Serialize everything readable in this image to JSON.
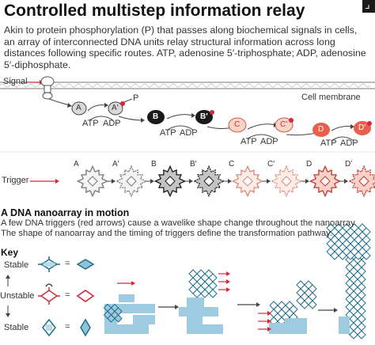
{
  "header": {
    "title": "Controlled multistep information relay",
    "description": "Akin to protein phosphorylation (P) that passes along biochemical signals in cells, an array of interconnected DNA units relay structural information across long distances following specific routes. ATP, adenosine 5′-triphosphate; ADP, adenosine 5′-diphosphate."
  },
  "cell_panel": {
    "signal_label": "Signal",
    "membrane_label": "Cell membrane",
    "phospho_label": "P",
    "steps": [
      {
        "input": "A",
        "output": "A′",
        "atp": "ATP",
        "adp": "ADP"
      },
      {
        "input": "B",
        "output": "B′",
        "atp": "ATP",
        "adp": "ADP"
      },
      {
        "input": "C",
        "output": "C′",
        "atp": "ATP",
        "adp": "ADP"
      },
      {
        "input": "D",
        "output": "D′"
      }
    ]
  },
  "trigger_panel": {
    "trigger_label": "Trigger",
    "units": [
      "A",
      "A′",
      "B",
      "B′",
      "C",
      "C′",
      "D",
      "D′"
    ]
  },
  "nanoarray": {
    "title": "A DNA nanoarray in motion",
    "description": "A few DNA triggers (red arrows) cause a wavelike shape change throughout the nanoarray. The shape of nanoarray and the timing of triggers define the transformation pathway."
  },
  "key": {
    "title": "Key",
    "rows": [
      {
        "label": "Stable",
        "equals": "="
      },
      {
        "label": "Unstable",
        "equals": "="
      },
      {
        "label": "Stable",
        "equals": "="
      }
    ]
  },
  "colors": {
    "teal_dark": "#1f6f8b",
    "teal_light": "#8fc3d6",
    "red_accent": "#d7263d",
    "salmon": "#f2a58f",
    "black_unit": "#1a1a1a"
  }
}
